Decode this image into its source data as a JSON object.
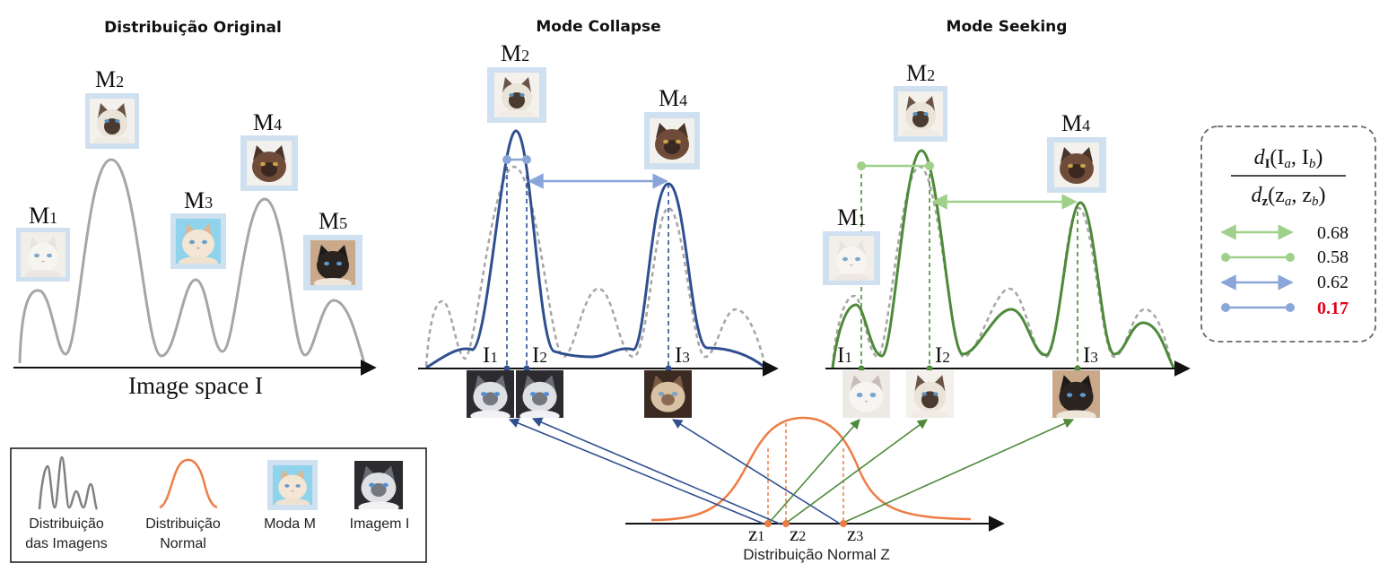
{
  "panels": {
    "original": {
      "title": "Distribuição Original",
      "axis_label": "Image space I",
      "modes": [
        {
          "main": "M",
          "sub": "1"
        },
        {
          "main": "M",
          "sub": "2"
        },
        {
          "main": "M",
          "sub": "3"
        },
        {
          "main": "M",
          "sub": "4"
        },
        {
          "main": "M",
          "sub": "5"
        }
      ]
    },
    "collapse": {
      "title": "Mode Collapse",
      "modes": [
        {
          "main": "M",
          "sub": "2"
        },
        {
          "main": "M",
          "sub": "4"
        }
      ],
      "images": [
        {
          "main": "I",
          "sub": "1"
        },
        {
          "main": "I",
          "sub": "2"
        },
        {
          "main": "I",
          "sub": "3"
        }
      ]
    },
    "seeking": {
      "title": "Mode Seeking",
      "modes": [
        {
          "main": "M",
          "sub": "1"
        },
        {
          "main": "M",
          "sub": "2"
        },
        {
          "main": "M",
          "sub": "4"
        }
      ],
      "images": [
        {
          "main": "I",
          "sub": "1"
        },
        {
          "main": "I",
          "sub": "2"
        },
        {
          "main": "I",
          "sub": "3"
        }
      ]
    }
  },
  "latent": {
    "axis_label": "Distribuição Normal Z",
    "points": [
      {
        "main": "z",
        "sub": "1"
      },
      {
        "main": "z",
        "sub": "2"
      },
      {
        "main": "z",
        "sub": "3"
      }
    ]
  },
  "ratio_box": {
    "numerator": {
      "d": "d",
      "sub": "I",
      "args": "(I",
      "a": "a",
      "comma": ", I",
      "b": "b",
      "close": ")"
    },
    "denominator": {
      "d": "d",
      "sub": "z",
      "args": "(z",
      "a": "a",
      "comma": ", z",
      "b": "b",
      "close": ")"
    },
    "rows": [
      {
        "value": "0.68",
        "style": "arrow",
        "color": "#9fd18a",
        "highlight": false
      },
      {
        "value": "0.58",
        "style": "dot",
        "color": "#9fd18a",
        "highlight": false
      },
      {
        "value": "0.62",
        "style": "arrow",
        "color": "#8aa6d8",
        "highlight": false
      },
      {
        "value": "0.17",
        "style": "dot",
        "color": "#8aa6d8",
        "highlight": true
      }
    ]
  },
  "legend": {
    "items": [
      {
        "label1": "Distribuição",
        "label2": "das Imagens",
        "icon": "multimodal-curve-icon"
      },
      {
        "label1": "Distribuição",
        "label2": "Normal",
        "icon": "bell-curve-icon"
      },
      {
        "label1": "Moda M",
        "label2": "",
        "icon": "mode-thumbnail-icon"
      },
      {
        "label1": "Imagem I",
        "label2": "",
        "icon": "image-thumbnail-icon"
      }
    ]
  },
  "colors": {
    "gray_curve": "#a6a6a6",
    "collapse_blue": "#2f4f8f",
    "collapse_light_blue": "#8aa6d8",
    "seeking_green": "#4e8a3a",
    "seeking_light_green": "#9fd18a",
    "normal_orange": "#ed7d45",
    "frame": "#cfe0f0"
  }
}
